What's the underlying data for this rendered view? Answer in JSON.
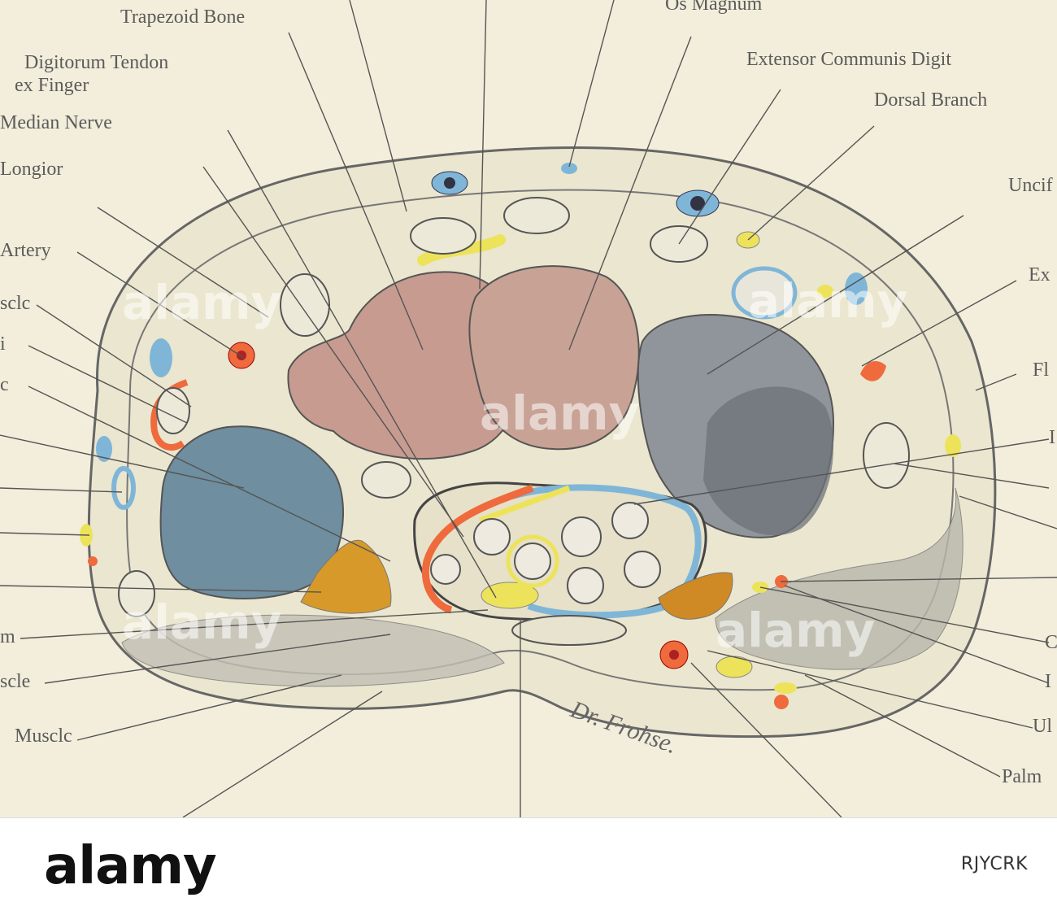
{
  "diagram": {
    "labels": {
      "trapezoid_bone": "Trapezoid Bone",
      "os_magnum": "Os Magnum",
      "digitorum_tendon": "Digitorum Tendon",
      "index_finger": "ex Finger",
      "median_nerve": "Median Nerve",
      "longior": "Longior",
      "artery": "Artery",
      "scle": "sclc",
      "i": "i",
      "c": "c",
      "extensor_communis": "Extensor Communis Digit",
      "dorsal_branch": "Dorsal Branch",
      "uncif": "Uncif",
      "ex": "Ex",
      "fl": "Fl",
      "i_right_1": "I",
      "c_right": "C",
      "i_right_2": "I",
      "ul": "Ul",
      "palm": "Palm",
      "m": "m",
      "muscle_left_1": "scle",
      "muscle_left_2": "Musclc",
      "signature": "Dr. Frohse."
    },
    "colors": {
      "artery": "#ef6a3c",
      "vein": "#7fb6d8",
      "nerve": "#ede35a",
      "bone_pink": "#c79b90",
      "bone_blue": "#6f8ea0",
      "bone_gray": "#8a8f95",
      "muscle_ochre": "#d79a2a"
    }
  },
  "footer": {
    "brand": "alamy",
    "reference": "RJYCRK"
  },
  "watermark": "alamy"
}
